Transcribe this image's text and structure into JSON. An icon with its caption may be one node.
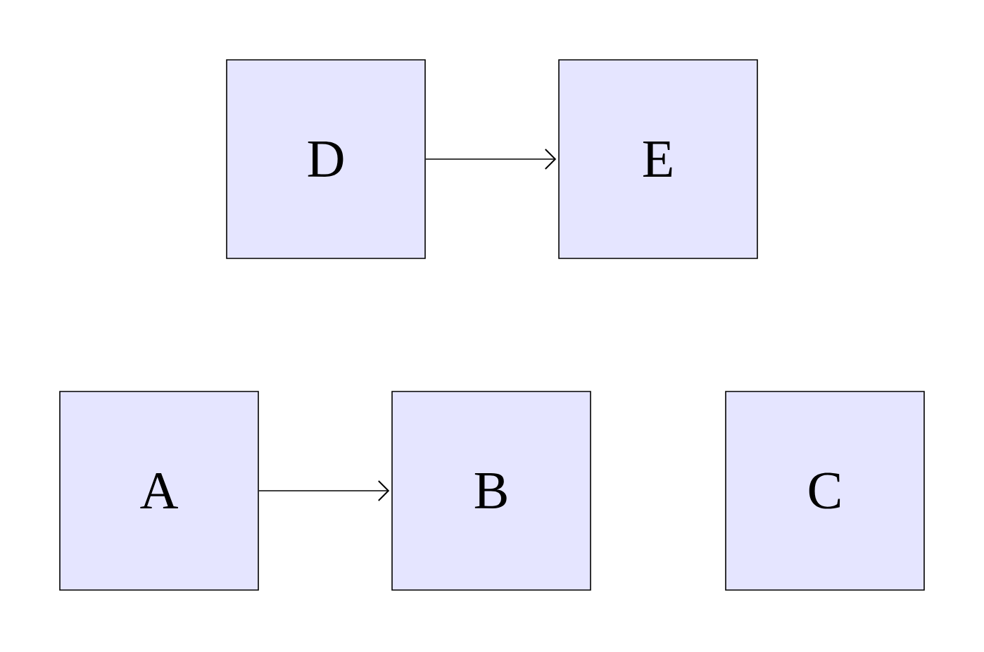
{
  "diagram": {
    "nodes": [
      {
        "text": [
          "D"
        ]
      },
      {
        "text": [
          "E"
        ]
      },
      {
        "text": [
          "A"
        ]
      },
      {
        "text": [
          "B"
        ]
      },
      {
        "text": [
          "C"
        ]
      }
    ],
    "edges": [
      {
        "from": 0,
        "to": 1,
        "arrow": "to"
      },
      {
        "from": 2,
        "to": 3,
        "arrow": "to"
      }
    ]
  }
}
